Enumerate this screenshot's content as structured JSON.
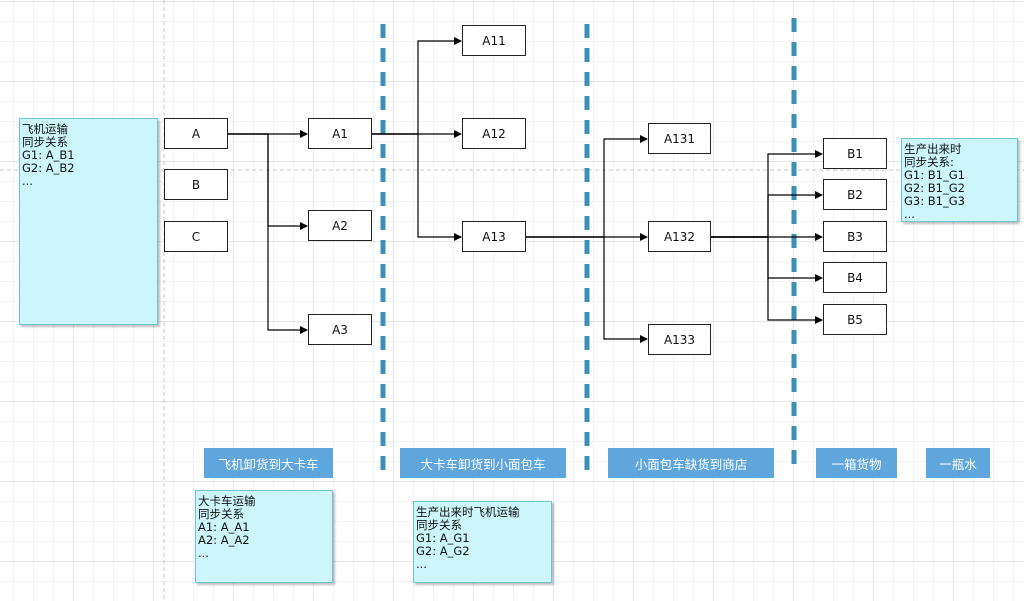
{
  "nodes": {
    "a": "A",
    "b": "B",
    "c": "C",
    "a1": "A1",
    "a2": "A2",
    "a3": "A3",
    "a11": "A11",
    "a12": "A12",
    "a13": "A13",
    "a131": "A131",
    "a132": "A132",
    "a133": "A133",
    "b1": "B1",
    "b2": "B2",
    "b3": "B3",
    "b4": "B4",
    "b5": "B5"
  },
  "notes": {
    "plane": [
      "飞机运输",
      "同步关系",
      "G1: A_B1",
      "G2: A_B2",
      "..."
    ],
    "truck": [
      "大卡车运输",
      "同步关系",
      "A1: A_A1",
      "A2: A_A2",
      "..."
    ],
    "produce_plane": [
      "生产出来时飞机运输",
      "同步关系",
      "G1: A_G1",
      "G2: A_G2",
      "..."
    ],
    "produce": [
      "生产出来时",
      "同步关系:",
      "G1: B1_G1",
      "G2: B1_G2",
      "G3: B1_G3",
      "..."
    ]
  },
  "stages": {
    "plane_to_truck": "飞机卸货到大卡车",
    "truck_to_van": "大卡车卸货到小面包车",
    "van_to_store": "小面包车缺货到商店",
    "box": "一箱货物",
    "bottle": "一瓶水"
  },
  "colors": {
    "divider": "#3b90b8",
    "stage_fill": "#5fa6dc",
    "note_fill": "#ccf6fb"
  }
}
